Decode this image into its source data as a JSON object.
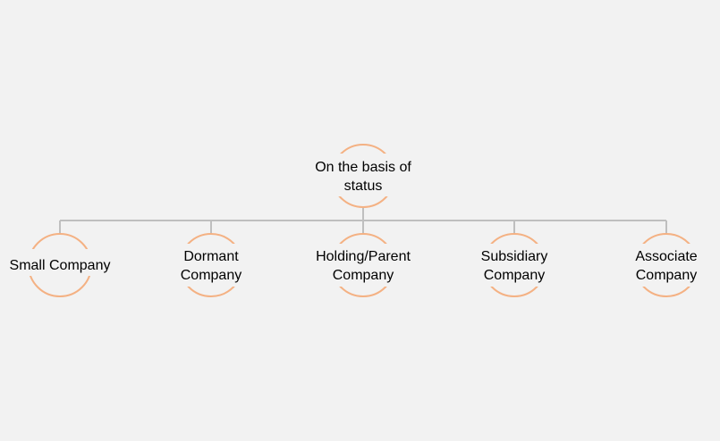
{
  "diagram": {
    "root": {
      "line1": "On the basis of",
      "line2": "status"
    },
    "children": [
      {
        "line1": "Small Company",
        "line2": ""
      },
      {
        "line1": "Dormant",
        "line2": "Company"
      },
      {
        "line1": "Holding/Parent",
        "line2": "Company"
      },
      {
        "line1": "Subsidiary",
        "line2": "Company"
      },
      {
        "line1": "Associate",
        "line2": "Company"
      }
    ]
  },
  "colors": {
    "background": "#f2f2f2",
    "node_ring": "#f4b183",
    "connector": "#bfbfbf",
    "text": "#000000"
  }
}
